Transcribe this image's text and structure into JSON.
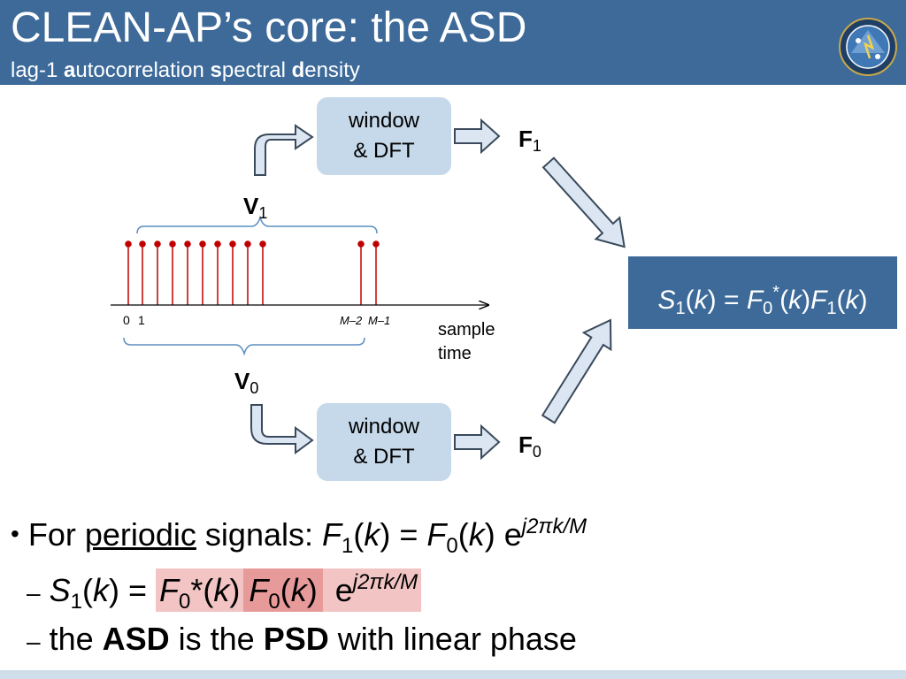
{
  "header": {
    "title": "CLEAN-AP’s core: the ASD",
    "subtitle_parts": [
      "lag-1 ",
      "a",
      "utocorrelation ",
      "s",
      "pectral ",
      "d",
      "ensity"
    ]
  },
  "diagram": {
    "box_top": {
      "line1": "window",
      "line2": "& DFT"
    },
    "box_bottom": {
      "line1": "window",
      "line2": "& DFT"
    },
    "label_F1": {
      "main": "F",
      "sub": "1"
    },
    "label_F0": {
      "main": "F",
      "sub": "0"
    },
    "label_V1": {
      "main": "V",
      "sub": "1"
    },
    "label_V0": {
      "main": "V",
      "sub": "0"
    },
    "axis": {
      "tick_0": "0",
      "tick_1": "1",
      "tick_M2": "M–2",
      "tick_M1": "M–1",
      "axis_label_1": "sample",
      "axis_label_2": "time"
    },
    "result": {
      "S": "S",
      "S_sub": "1",
      "k1": "(",
      "k": "k",
      "k2": ") = ",
      "F": "F",
      "F_sub": "0",
      "F_sup": "*",
      "p1": "(",
      "k_b": "k",
      "p2": ")",
      "F_b": "F",
      "F_b_sub": "1",
      "p3": "(",
      "k_c": "k",
      "p4": ")"
    }
  },
  "bullets": {
    "b1": {
      "dot": "•",
      "t1": "For ",
      "t2": "periodic",
      "t3": " signals: ",
      "F": "F",
      "F_sub": "1",
      "t4": "(",
      "k": "k",
      "t5": ") = ",
      "F0": "F",
      "F0_sub": "0",
      "t6": "(",
      "k2": "k",
      "t7": ") e",
      "exp": "j2πk/M"
    },
    "b2": {
      "dash": "–",
      "S": "S",
      "S_sub": "1",
      "t1": "(",
      "k": "k",
      "t2": ") = ",
      "hl_a": "F",
      "hl_a_sub": "0",
      "hl_a_rest": "*(",
      "hl_a_k": "k",
      "hl_a_end": ")",
      "hl_b": "F",
      "hl_b_sub": "0",
      "hl_b_rest": "(",
      "hl_b_k": "k",
      "hl_b_end": ")",
      "e": " e",
      "exp": "j2πk/M"
    },
    "b3": {
      "dash": "–",
      "t1": "the ",
      "b1": "ASD",
      "t2": " is the ",
      "b2": "PSD",
      "t3": " with linear phase"
    }
  },
  "colors": {
    "header": "#3d6a99",
    "box": "#c5d9ea",
    "stem": "#c00000",
    "arrow_fill": "#dce6f2",
    "arrow_stroke": "#3a4a5c"
  }
}
